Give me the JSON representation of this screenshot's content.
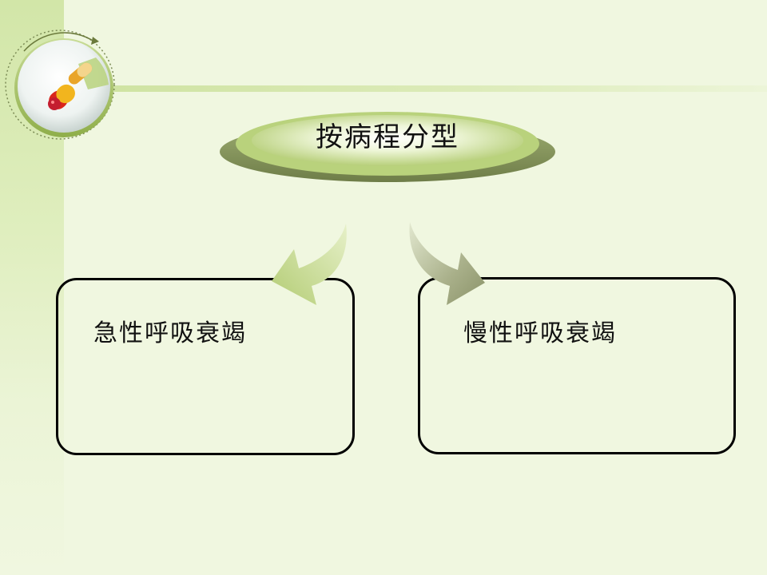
{
  "title": "按病程分型",
  "categories": [
    {
      "label": "急性呼吸衰竭"
    },
    {
      "label": "慢性呼吸衰竭"
    }
  ],
  "colors": {
    "background": "#f0f7e0",
    "accent_green": "#b5cf72",
    "accent_olive": "#8c9a6a",
    "border": "#000000"
  }
}
